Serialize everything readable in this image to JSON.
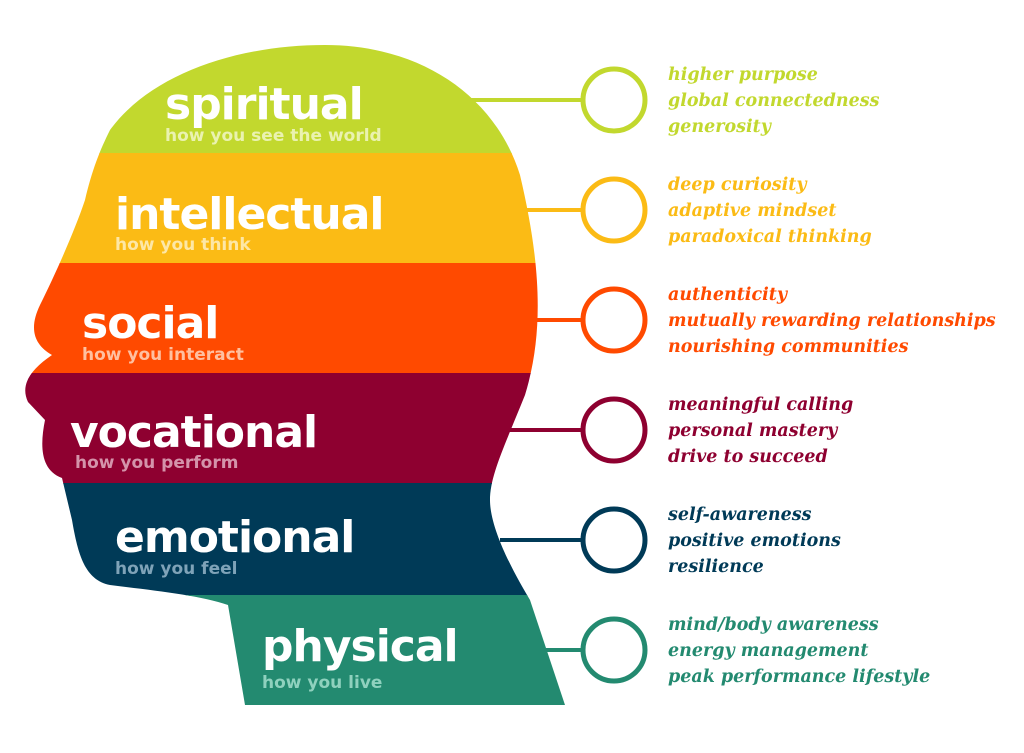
{
  "dimensions": [
    {
      "key": "spiritual",
      "title": "spiritual",
      "subtitle": "how you see the world",
      "color": "#c2d82e",
      "subtitle_color": "#eaf2b0",
      "attributes": [
        "higher purpose",
        "global connectedness",
        "generosity"
      ]
    },
    {
      "key": "intellectual",
      "title": "intellectual",
      "subtitle": "how you think",
      "color": "#fbbb15",
      "subtitle_color": "#fde7a6",
      "attributes": [
        "deep curiosity",
        "adaptive mindset",
        "paradoxical thinking"
      ]
    },
    {
      "key": "social",
      "title": "social",
      "subtitle": "how you interact",
      "color": "#ff4a00",
      "subtitle_color": "#ffc0a0",
      "attributes": [
        "authenticity",
        "mutually rewarding relationships",
        "nourishing communities"
      ]
    },
    {
      "key": "vocational",
      "title": "vocational",
      "subtitle": "how you perform",
      "color": "#8e0030",
      "subtitle_color": "#d493aa",
      "attributes": [
        "meaningful calling",
        "personal mastery",
        "drive to succeed"
      ]
    },
    {
      "key": "emotional",
      "title": "emotional",
      "subtitle": "how you feel",
      "color": "#003a57",
      "subtitle_color": "#7fa3b8",
      "attributes": [
        "self-awareness",
        "positive emotions",
        "resilience"
      ]
    },
    {
      "key": "physical",
      "title": "physical",
      "subtitle": "how you live",
      "color": "#238a70",
      "subtitle_color": "#8fd1be",
      "attributes": [
        "mind/body awareness",
        "energy management",
        "peak performance lifestyle"
      ]
    }
  ]
}
